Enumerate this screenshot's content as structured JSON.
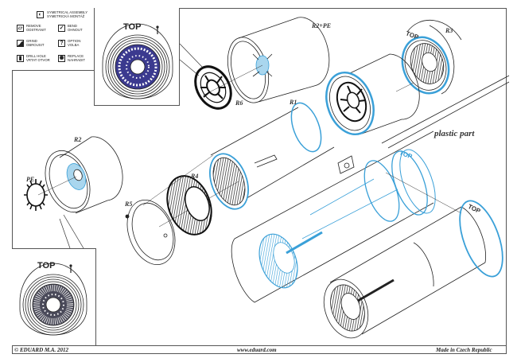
{
  "legend": {
    "items": [
      {
        "icon": "symmetrical-assembly-icon",
        "glyph": "◐",
        "line1": "SYMETRICAL ASSEMBLY",
        "line2": "SYMETRICKÁ MONTÁŽ"
      },
      {
        "icon": "remove-icon",
        "glyph": "▱",
        "line1": "REMOVE",
        "line2": "ODSTRANIT"
      },
      {
        "icon": "bend-icon",
        "glyph": "✓",
        "line1": "BEND",
        "line2": "OHNOUT"
      },
      {
        "icon": "grind-icon",
        "glyph": "◢",
        "line1": "GRIND",
        "line2": "OBROUSIT"
      },
      {
        "icon": "option-icon",
        "glyph": "?",
        "line1": "OPTION",
        "line2": "VOLBA"
      },
      {
        "icon": "drill-hole-icon",
        "glyph": "▮",
        "line1": "DRILL HOLE",
        "line2": "VRTAT OTVOR"
      },
      {
        "icon": "replace-icon",
        "glyph": "✺",
        "line1": "REPLACE",
        "line2": "NAHRADIT"
      }
    ]
  },
  "insets": {
    "top_label": "TOP",
    "bottom_label": "TOP"
  },
  "parts": {
    "r1": "R1",
    "r2": "R2",
    "r2pe": "R2+PE",
    "r3": "R3",
    "r4": "R4",
    "r5": "R5",
    "r6": "R6",
    "pe": "PE",
    "plastic": "plastic part",
    "top_r3": "TOP",
    "top_plastic": "TOP",
    "top_bottom_right": "TOP"
  },
  "footer": {
    "copyright": "© EDUARD  M.A. 2012",
    "website": "www.eduard.com",
    "origin": "Made in Czech Republic"
  },
  "colors": {
    "line": "#222222",
    "blue": "#3aa0d8",
    "light_blue": "#a9d6ee",
    "photoetch_fill": "#3b3a8f",
    "frame": "#555555"
  }
}
